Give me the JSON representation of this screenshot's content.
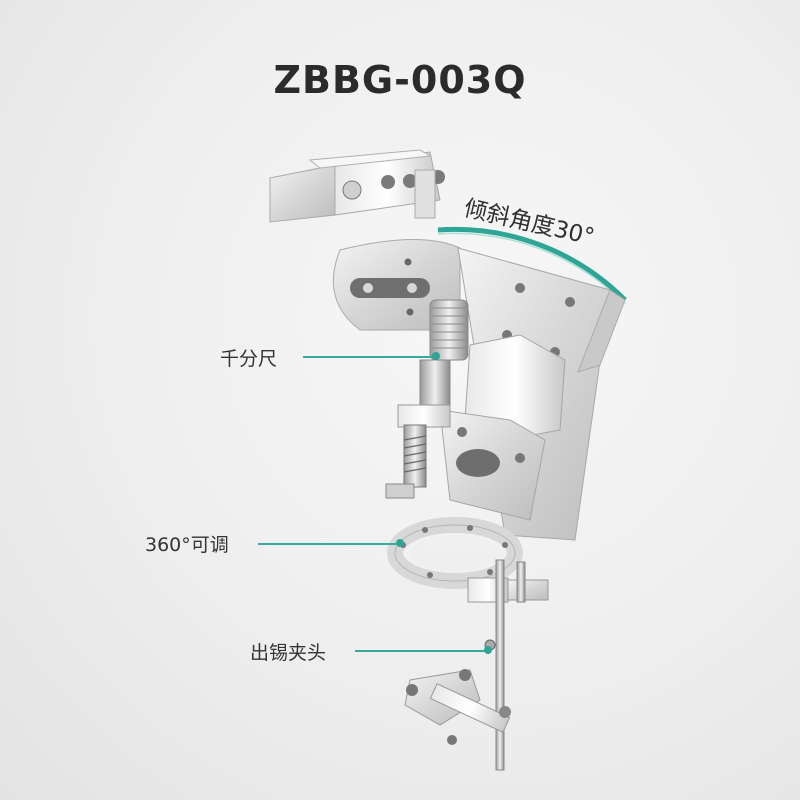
{
  "title": "ZBBG-003Q",
  "annotations": {
    "tilt_angle": "倾斜角度30°",
    "micrometer": "千分尺",
    "rotation": "360°可调",
    "solder_clamp": "出锡夹头"
  },
  "colors": {
    "accent": "#2fa596",
    "background": "#eeeeee",
    "title": "#2b2b2b"
  }
}
